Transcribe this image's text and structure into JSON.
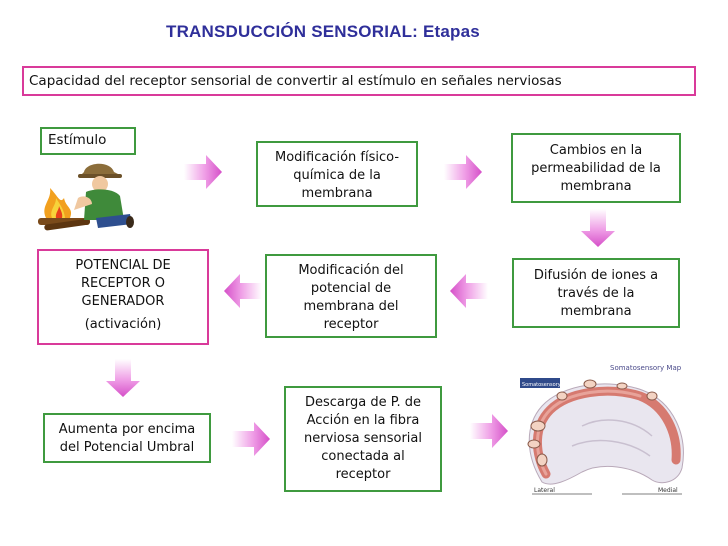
{
  "title": "TRANSDUCCIÓN SENSORIAL: Etapas",
  "subtitle": "Capacidad del receptor sensorial de convertir al estímulo en señales nerviosas",
  "boxes": {
    "estimulo": "Estímulo",
    "modificacion_fq": [
      "Modificación físico-",
      "química de la",
      "membrana"
    ],
    "cambios": [
      "Cambios en la",
      "permeabilidad de la",
      "membrana"
    ],
    "potencial": [
      "POTENCIAL DE",
      "RECEPTOR O",
      "GENERADOR",
      "(activación)"
    ],
    "modificacion_pot": [
      "Modificación del",
      "potencial de",
      "membrana del",
      "receptor"
    ],
    "difusion": [
      "Difusión de iones a",
      "través de la",
      "membrana"
    ],
    "aumenta": [
      "Aumenta por encima",
      "del Potencial Umbral"
    ],
    "descarga": [
      "Descarga de P. de",
      "Acción en la fibra",
      "nerviosa sensorial",
      "conectada al",
      "receptor"
    ]
  },
  "map_labels": {
    "title": "Somatosensory Map",
    "left_tag": "Somatosensory",
    "bottom_left": "Lateral",
    "bottom_right": "Medial"
  },
  "colors": {
    "title": "#2f2f9a",
    "box_green": "#3f9a3f",
    "box_pink": "#d93a9a",
    "arrow": "#e36fd6"
  }
}
